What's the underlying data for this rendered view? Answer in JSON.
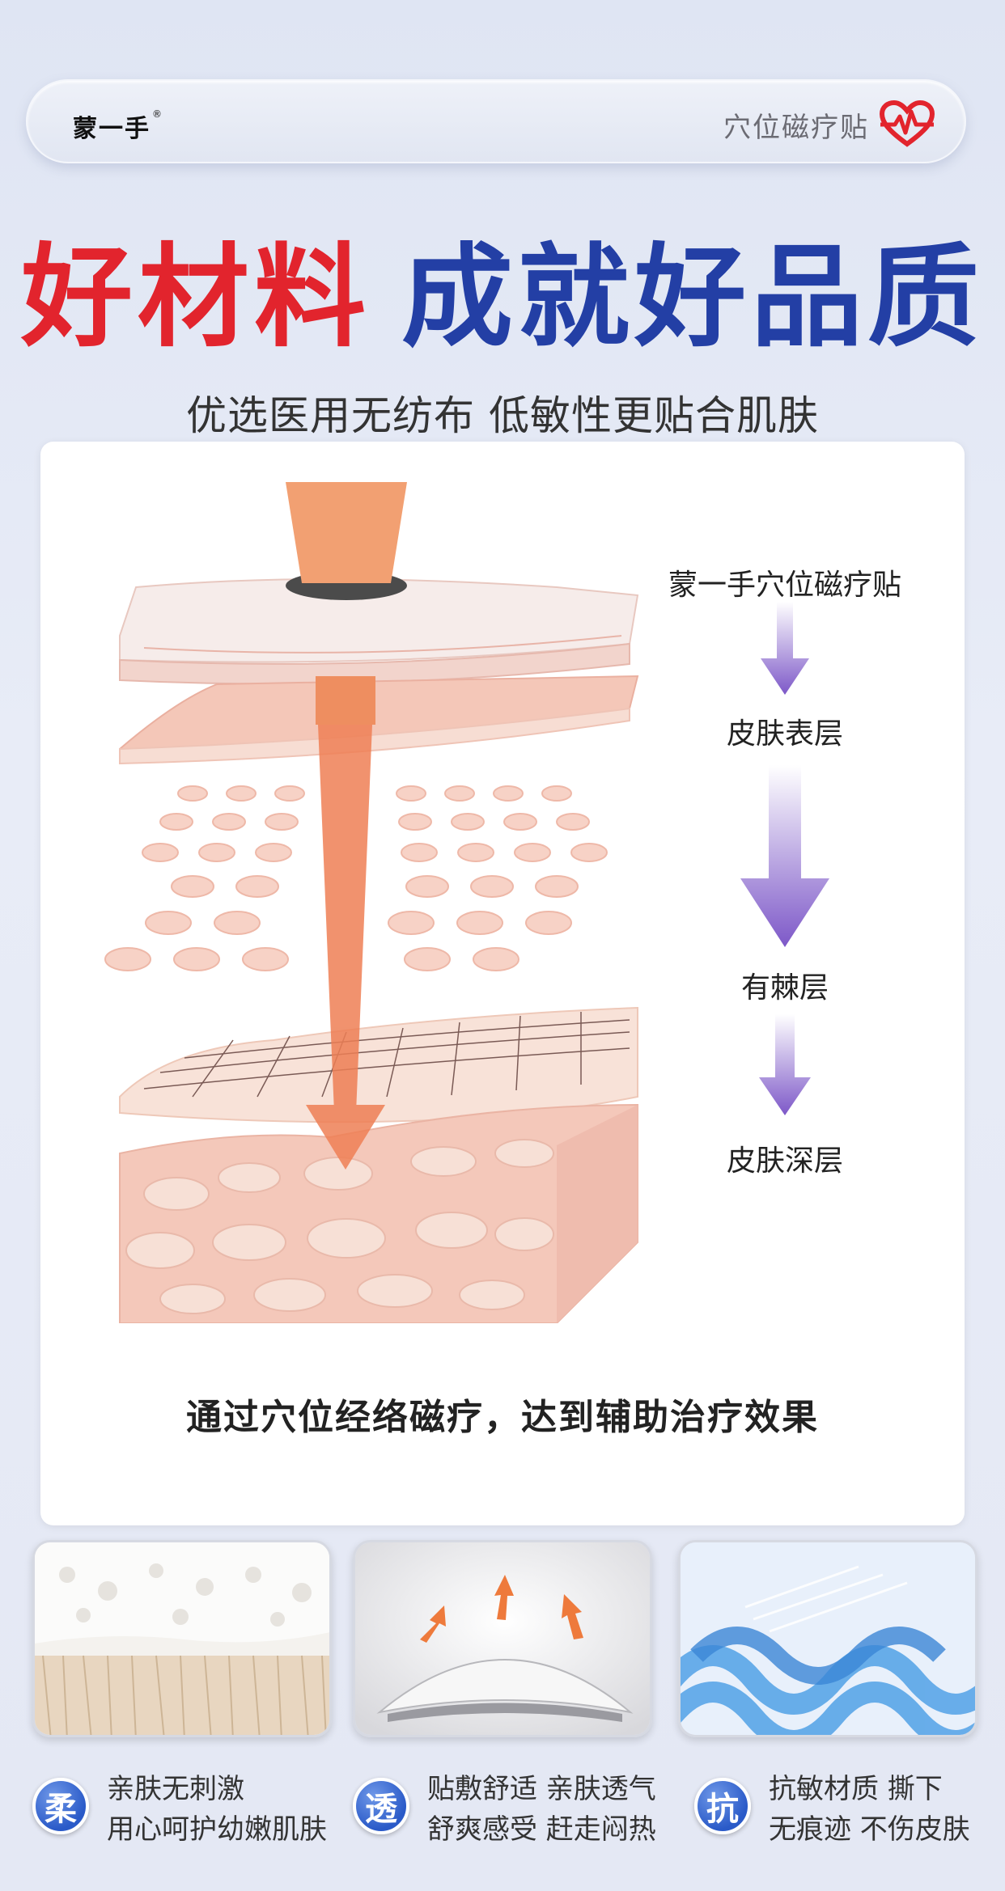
{
  "header": {
    "brand": "蒙一手",
    "registered_mark": "®",
    "product_name": "穴位磁疗贴",
    "heart_color": "#e2242d"
  },
  "headline": {
    "part_red": "好材料",
    "part_blue": "成就好品质",
    "red_color": "#e2242d",
    "blue_color": "#233fa5"
  },
  "subhead": "优选医用无纺布 低敏性更贴合肌肤",
  "diagram": {
    "labels": {
      "product": "蒙一手穴位磁疗贴",
      "surface": "皮肤表层",
      "spinous": "有棘层",
      "deep": "皮肤深层"
    },
    "caption": "通过穴位经络磁疗，达到辅助治疗效果"
  },
  "features": [
    {
      "badge": "柔",
      "line1": "亲肤无刺激",
      "line2": "用心呵护幼嫩肌肤",
      "image": "soft-fabric-image"
    },
    {
      "badge": "透",
      "line1": "贴敷舒适 亲肤透气",
      "line2": "舒爽感受 赶走闷热",
      "image": "breathable-patch-image"
    },
    {
      "badge": "抗",
      "line1": "抗敏材质 撕下",
      "line2": "无痕迹 不伤皮肤",
      "image": "anti-allergy-fiber-image"
    }
  ]
}
